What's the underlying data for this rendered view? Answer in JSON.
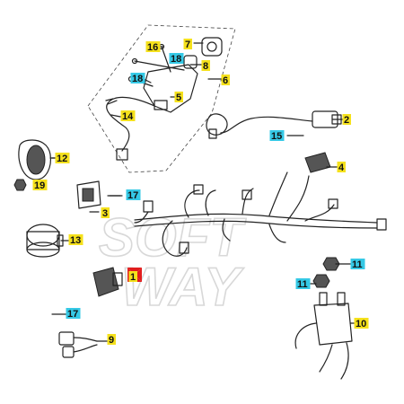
{
  "watermark": {
    "line1": "SOFT",
    "line2": "WAY"
  },
  "colors": {
    "yellow": "#f5e11c",
    "cyan": "#35c9e6",
    "red": "#e11d1d"
  },
  "callouts": [
    {
      "id": "c16",
      "label": "16",
      "color": "yellow"
    },
    {
      "id": "c7",
      "label": "7",
      "color": "yellow"
    },
    {
      "id": "c18a",
      "label": "18",
      "color": "cyan"
    },
    {
      "id": "c8",
      "label": "8",
      "color": "yellow"
    },
    {
      "id": "c6",
      "label": "6",
      "color": "yellow"
    },
    {
      "id": "c18b",
      "label": "18",
      "color": "cyan"
    },
    {
      "id": "c5",
      "label": "5",
      "color": "yellow"
    },
    {
      "id": "c14",
      "label": "14",
      "color": "yellow"
    },
    {
      "id": "c2",
      "label": "2",
      "color": "yellow"
    },
    {
      "id": "c15",
      "label": "15",
      "color": "cyan"
    },
    {
      "id": "c12",
      "label": "12",
      "color": "yellow"
    },
    {
      "id": "c4",
      "label": "4",
      "color": "yellow"
    },
    {
      "id": "c19",
      "label": "19",
      "color": "yellow"
    },
    {
      "id": "c17a",
      "label": "17",
      "color": "cyan"
    },
    {
      "id": "c3",
      "label": "3",
      "color": "yellow"
    },
    {
      "id": "c13",
      "label": "13",
      "color": "yellow"
    },
    {
      "id": "c11a",
      "label": "11",
      "color": "cyan"
    },
    {
      "id": "c1",
      "label": "1",
      "color": "yellow"
    },
    {
      "id": "c11b",
      "label": "11",
      "color": "cyan"
    },
    {
      "id": "c10",
      "label": "10",
      "color": "yellow"
    },
    {
      "id": "c17b",
      "label": "17",
      "color": "cyan"
    },
    {
      "id": "c9",
      "label": "9",
      "color": "yellow"
    }
  ]
}
